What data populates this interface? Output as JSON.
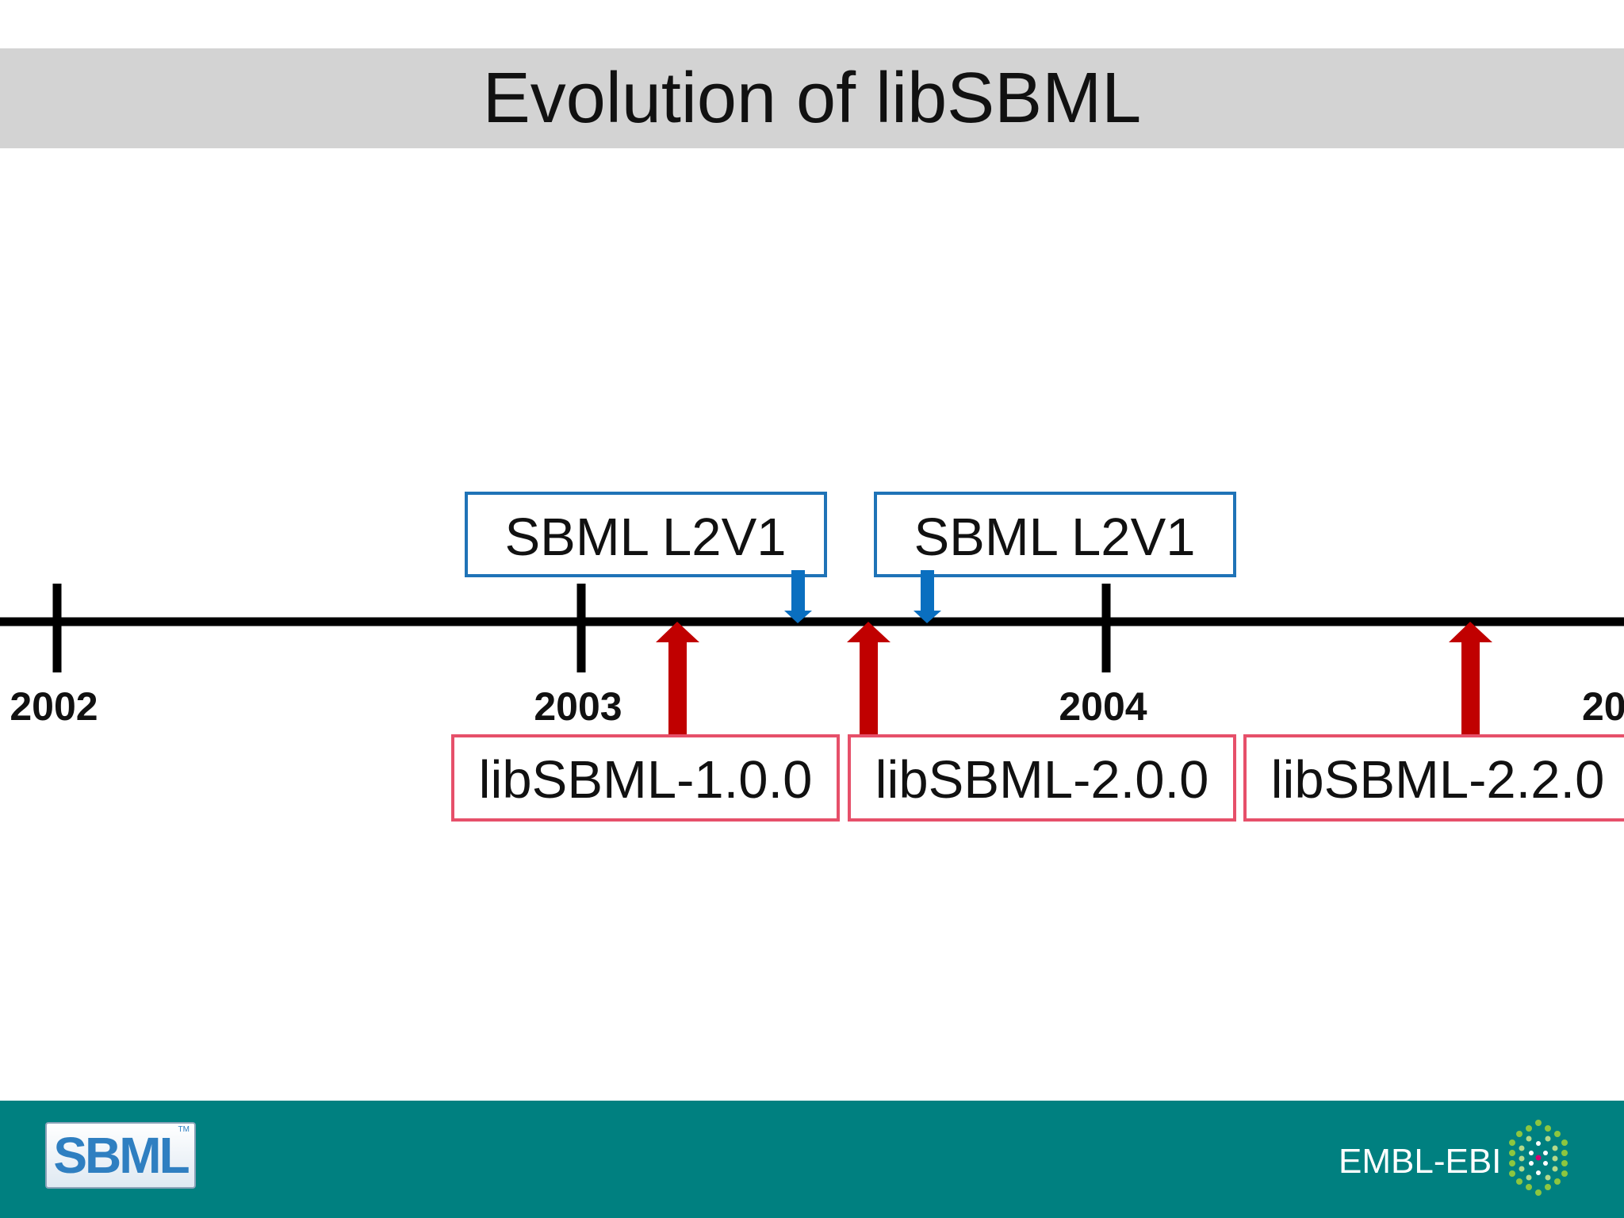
{
  "slide": {
    "title": "Evolution of libSBML"
  },
  "timeline": {
    "years": [
      "2002",
      "2003",
      "2004",
      "20"
    ],
    "spec_releases": [
      {
        "label": "SBML L2V1"
      },
      {
        "label": "SBML L2V1"
      }
    ],
    "library_releases": [
      {
        "label": "libSBML-1.0.0"
      },
      {
        "label": "libSBML-2.0.0"
      },
      {
        "label": "libSBML-2.2.0"
      }
    ]
  },
  "footer": {
    "sbml_logo": "SBML",
    "sbml_tm": "TM",
    "embl_label": "EMBL-EBI"
  },
  "colors": {
    "title_bar": "#d3d3d3",
    "footer": "#008080",
    "spec_box": "#1f73b7",
    "spec_arrow": "#0a6fc0",
    "lib_box": "#e6506a",
    "lib_arrow": "#c00000",
    "timeline": "#000000"
  }
}
